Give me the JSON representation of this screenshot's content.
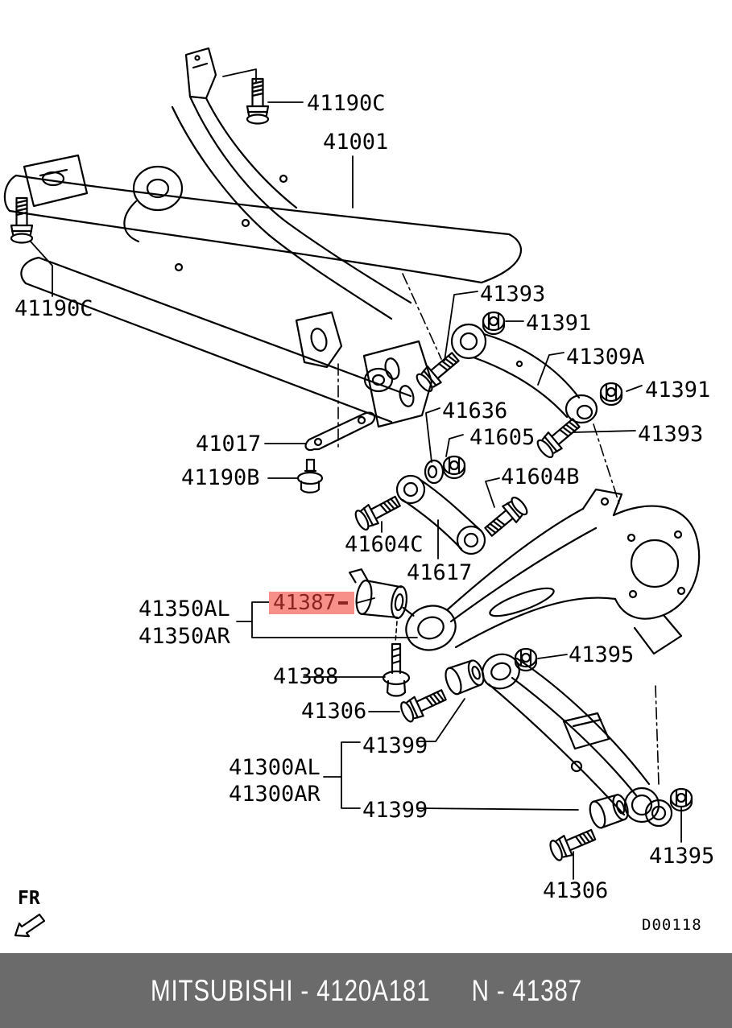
{
  "diagram": {
    "labels": [
      {
        "id": "41190C-top",
        "text": "41190C"
      },
      {
        "id": "41001",
        "text": "41001"
      },
      {
        "id": "41190C-left",
        "text": "41190C"
      },
      {
        "id": "41393-upper",
        "text": "41393"
      },
      {
        "id": "41391-upper",
        "text": "41391"
      },
      {
        "id": "41309A",
        "text": "41309A"
      },
      {
        "id": "41391-right",
        "text": "41391"
      },
      {
        "id": "41393-right",
        "text": "41393"
      },
      {
        "id": "41636",
        "text": "41636"
      },
      {
        "id": "41605",
        "text": "41605"
      },
      {
        "id": "41604B",
        "text": "41604B"
      },
      {
        "id": "41017",
        "text": "41017"
      },
      {
        "id": "41190B",
        "text": "41190B"
      },
      {
        "id": "41604C",
        "text": "41604C"
      },
      {
        "id": "41617",
        "text": "41617"
      },
      {
        "id": "41350AL",
        "text": "41350AL"
      },
      {
        "id": "41350AR",
        "text": "41350AR"
      },
      {
        "id": "41387-highlighted",
        "text": "41387"
      },
      {
        "id": "41388",
        "text": "41388"
      },
      {
        "id": "41395-upper",
        "text": "41395"
      },
      {
        "id": "41306-upper",
        "text": "41306"
      },
      {
        "id": "41399-upper",
        "text": "41399"
      },
      {
        "id": "41300AL",
        "text": "41300AL"
      },
      {
        "id": "41300AR",
        "text": "41300AR"
      },
      {
        "id": "41399-lower",
        "text": "41399"
      },
      {
        "id": "41395-lower",
        "text": "41395"
      },
      {
        "id": "41306-lower",
        "text": "41306"
      }
    ],
    "direction_indicator": "FR",
    "drawing_code": "D00118",
    "highlight": {
      "background": "#F8908A",
      "text_color": "#8B2420"
    }
  },
  "footer": {
    "left_text": "MITSUBISHI - 4120A181",
    "right_text": "N - 41387",
    "background": "#6B6B6B",
    "text_color": "#FFFFFF"
  }
}
